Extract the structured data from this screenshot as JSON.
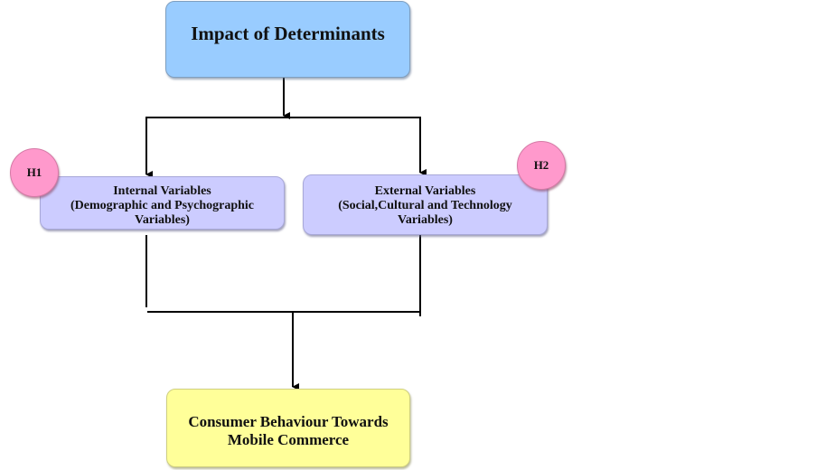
{
  "diagram": {
    "title_node": {
      "label": "Impact of Determinants",
      "color": "#99ccff"
    },
    "internal_node": {
      "line1": "Internal Variables",
      "line2": "(Demographic and Psychographic",
      "line3": "Variables)",
      "color": "#ccccff"
    },
    "external_node": {
      "line1": "External Variables",
      "line2": "(Social,Cultural and Technology",
      "line3": "Variables)",
      "color": "#ccccff"
    },
    "outcome_node": {
      "line1": "Consumer Behaviour Towards",
      "line2": "Mobile Commerce",
      "color": "#ffff99"
    },
    "hypotheses": {
      "h1": "H1",
      "h2": "H2",
      "color": "#ff99cc"
    },
    "edges": [
      {
        "from": "Impact of Determinants",
        "to": "Internal Variables"
      },
      {
        "from": "Impact of Determinants",
        "to": "External Variables"
      },
      {
        "from": "Internal Variables",
        "to": "Consumer Behaviour Towards Mobile Commerce"
      },
      {
        "from": "External Variables",
        "to": "Consumer Behaviour Towards Mobile Commerce"
      }
    ]
  }
}
